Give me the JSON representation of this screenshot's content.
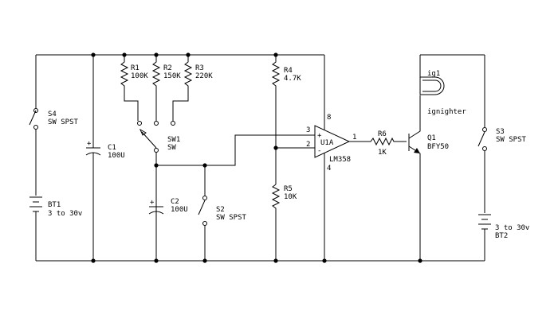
{
  "components": {
    "s4": {
      "ref": "S4",
      "value": "SW SPST"
    },
    "bt1": {
      "ref": "BT1",
      "value": "3 to 30v"
    },
    "c1": {
      "ref": "C1",
      "value": "100U"
    },
    "r1": {
      "ref": "R1",
      "value": "100K"
    },
    "r2": {
      "ref": "R2",
      "value": "150K"
    },
    "r3": {
      "ref": "R3",
      "value": "220K"
    },
    "sw1": {
      "ref": "SW1",
      "value": "SW"
    },
    "c2": {
      "ref": "C2",
      "value": "100U"
    },
    "s2": {
      "ref": "S2",
      "value": "SW SPST"
    },
    "r4": {
      "ref": "R4",
      "value": "4.7K"
    },
    "r5": {
      "ref": "R5",
      "value": "10K"
    },
    "u1a": {
      "ref": "U1A",
      "value": "LM358"
    },
    "r6": {
      "ref": "R6",
      "value": "1K"
    },
    "q1": {
      "ref": "Q1",
      "value": "BFY50"
    },
    "ig1": {
      "ref": "ig1",
      "value": "ignighter"
    },
    "s3": {
      "ref": "S3",
      "value": "SW SPST"
    },
    "bt2": {
      "ref": "BT2",
      "value": "3 to 30v"
    }
  },
  "pins": {
    "inv_in": "3",
    "noninv_in": "2",
    "out": "1",
    "vcc": "8",
    "gnd": "4",
    "plus_sign": "+",
    "minus_sign": "-",
    "c1_polarity": "+",
    "c2_polarity": "+"
  }
}
